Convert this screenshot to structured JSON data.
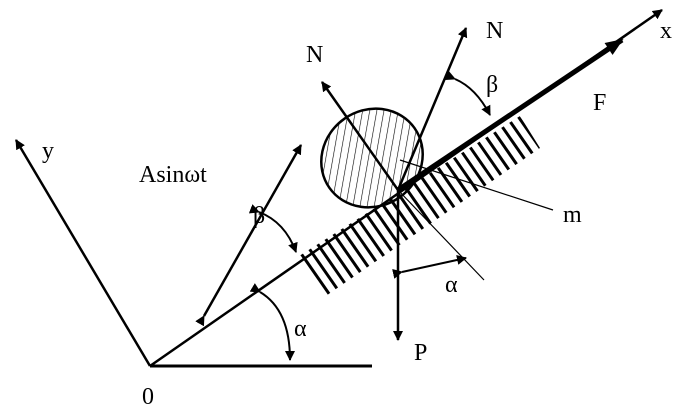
{
  "labels": {
    "origin": "0",
    "axis_x": "x",
    "axis_y": "y",
    "normal_left": "N",
    "normal_right": "N",
    "force": "F",
    "weight": "P",
    "mass": "m",
    "vibration": "Asinωt",
    "angle_alpha": "α",
    "angle_beta": "β"
  },
  "colors": {
    "ink": "#000000",
    "background": "#ffffff"
  }
}
